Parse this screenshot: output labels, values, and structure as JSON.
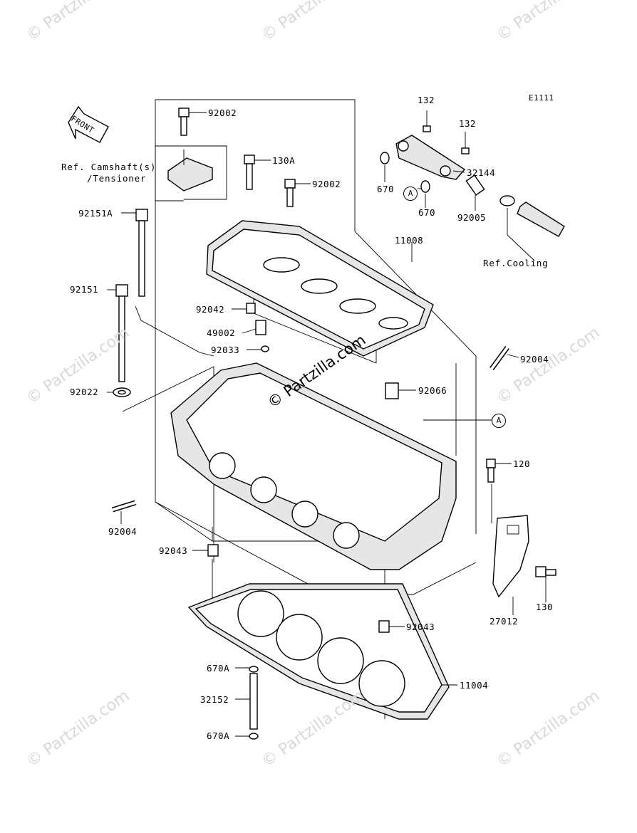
{
  "diagram_id": "E1111",
  "front_label": "FRONT",
  "watermark": "© Partzilla.com",
  "center_watermark": "© Partzilla.com",
  "notes": {
    "camshaft_line1": "Ref. Camshaft(s)",
    "camshaft_line2": "/Tensioner",
    "cooling": "Ref.Cooling"
  },
  "callout_a": "A",
  "parts": {
    "p92002_top": "92002",
    "p130A": "130A",
    "p92002_mid": "92002",
    "p92151A": "92151A",
    "p92151": "92151",
    "p92022": "92022",
    "p92042": "92042",
    "p49002": "49002",
    "p92033": "92033",
    "p11008": "11008",
    "p132_a": "132",
    "p132_b": "132",
    "p32144": "32144",
    "p670_a": "670",
    "p670_b": "670",
    "p92005": "92005",
    "p92004_r": "92004",
    "p92066": "92066",
    "p120": "120",
    "p92004_l": "92004",
    "p92043_l": "92043",
    "p27012": "27012",
    "p130": "130",
    "p92043_r": "92043",
    "p670A_top": "670A",
    "p32152": "32152",
    "p670A_bot": "670A",
    "p11004": "11004"
  }
}
